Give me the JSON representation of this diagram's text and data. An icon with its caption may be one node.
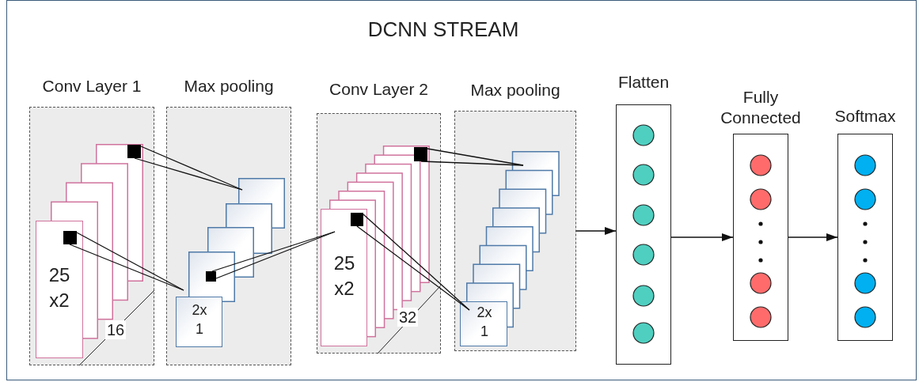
{
  "diagram": {
    "title": "DCNN STREAM",
    "nodes": [
      {
        "text": [
          "Conv Layer 1"
        ]
      },
      {
        "text": [
          "25 x2"
        ],
        "in": 0
      },
      {
        "text": [
          "Max pooling"
        ]
      },
      {
        "text": [
          "2x 1"
        ],
        "in": 2
      },
      {
        "text": [
          "Conv Layer 2"
        ]
      },
      {
        "text": [
          "25 x2"
        ],
        "in": 4
      },
      {
        "text": [
          "Max pooling"
        ]
      },
      {
        "text": [
          "2x 1"
        ],
        "in": 6
      },
      {
        "text": [
          "Flatten"
        ]
      },
      {
        "text": [
          "Fully Connected"
        ]
      },
      {
        "text": [
          "Softmax"
        ]
      }
    ],
    "edges": [
      {
        "from": 6,
        "to": 8,
        "arrow": "to"
      },
      {
        "from": 8,
        "to": 9,
        "arrow": "to"
      },
      {
        "from": 9,
        "to": 10,
        "arrow": "to"
      }
    ],
    "labels": [
      "16",
      "32"
    ]
  }
}
